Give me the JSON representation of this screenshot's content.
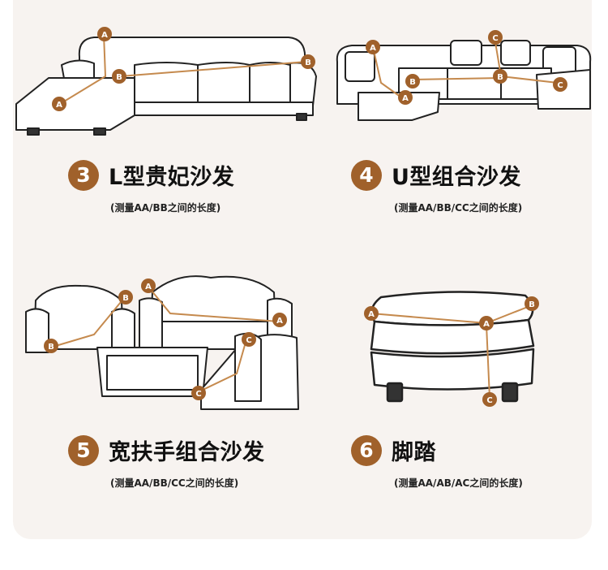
{
  "colors": {
    "accent": "#a0612b",
    "background": "#f7f3f0",
    "outline": "#222222",
    "measure_line": "#c58a4e"
  },
  "sections": [
    {
      "number": "3",
      "title": "L型贵妃沙发",
      "note": "(测量AA/BB之间的长度)",
      "markers": [
        "A",
        "A",
        "B",
        "B"
      ]
    },
    {
      "number": "4",
      "title": "U型组合沙发",
      "note": "(测量AA/BB/CC之间的长度)",
      "markers": [
        "A",
        "A",
        "B",
        "B",
        "C",
        "C"
      ]
    },
    {
      "number": "5",
      "title": "宽扶手组合沙发",
      "note": "(测量AA/BB/CC之间的长度)",
      "markers": [
        "A",
        "A",
        "B",
        "B",
        "C",
        "C"
      ]
    },
    {
      "number": "6",
      "title": "脚踏",
      "note": "(测量AA/AB/AC之间的长度)",
      "markers": [
        "A",
        "B",
        "A",
        "C"
      ]
    }
  ]
}
